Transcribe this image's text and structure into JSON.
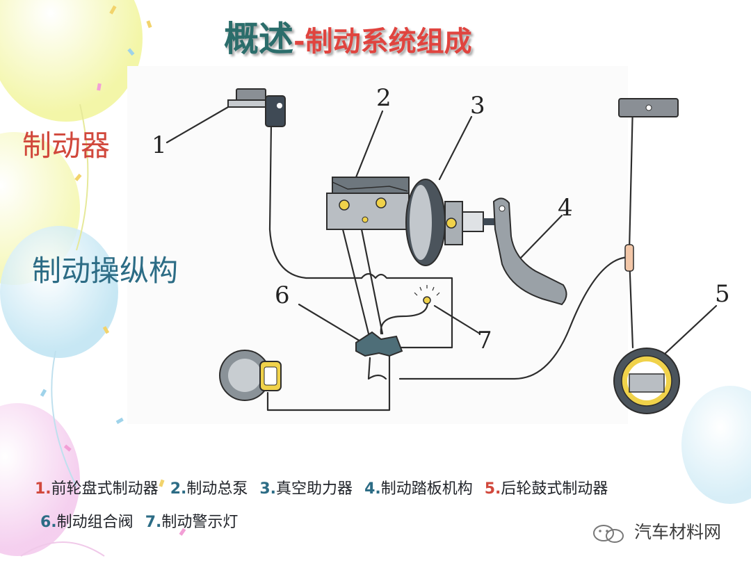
{
  "title": {
    "main": "概述",
    "dash": "-",
    "sub": "制动系统组成"
  },
  "side_labels": {
    "brake": "制动器",
    "control": "制动操纵构"
  },
  "diagram_numbers": [
    "1",
    "2",
    "3",
    "4",
    "5",
    "6",
    "7"
  ],
  "legend": {
    "line1": [
      {
        "num": "1.",
        "text": "前轮盘式制动器"
      },
      {
        "num": "2.",
        "text": "制动总泵"
      },
      {
        "num": "3.",
        "text": "真空助力器"
      },
      {
        "num": "4.",
        "text": "制动踏板机构"
      },
      {
        "num": "5.",
        "text": "后轮鼓式制动器"
      }
    ],
    "line2": [
      {
        "num": "6.",
        "text": "制动组合阀"
      },
      {
        "num": "7.",
        "text": "制动警示灯"
      }
    ]
  },
  "watermark": "汽车材料网",
  "colors": {
    "title": "#2b6d6b",
    "accent_red": "#d1483c",
    "accent_teal": "#2c6c85"
  }
}
